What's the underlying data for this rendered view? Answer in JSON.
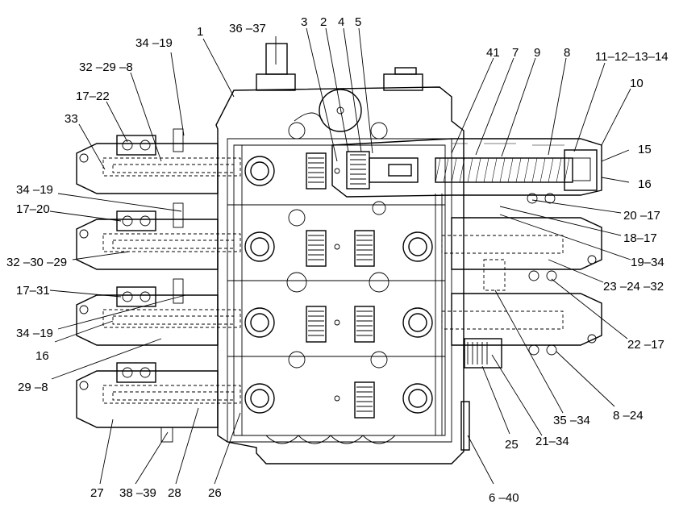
{
  "figure": {
    "callouts": {
      "c_34_19_top": "34 –19",
      "c_1": "1",
      "c_36_37": "36 –37",
      "c_3": "3",
      "c_2": "2",
      "c_4": "4",
      "c_5": "5",
      "c_41": "41",
      "c_7": "7",
      "c_9": "9",
      "c_8": "8",
      "c_11_14": "11–12–13–14",
      "c_10": "10",
      "c_32_29_8": "32 –29 –8",
      "c_17_22": "17–22",
      "c_33": "33",
      "c_15": "15",
      "c_16_right": "16",
      "c_34_19_mid": "34 –19",
      "c_20_17": "20 –17",
      "c_17_20": "17–20",
      "c_18_17": "18–17",
      "c_32_30_29": "32 –30 –29",
      "c_19_34": "19–34",
      "c_23_24_32": "23 –24 –32",
      "c_17_31": "17–31",
      "c_34_19_low": "34 –19",
      "c_16_left": "16",
      "c_22_17": "22 –17",
      "c_29_8": "29 –8",
      "c_8_24": "8 –24",
      "c_35_34": "35 –34",
      "c_21_34": "21–34",
      "c_25": "25",
      "c_27": "27",
      "c_38_39": "38 –39",
      "c_28": "28",
      "c_26": "26",
      "c_6_40": "6 –40"
    }
  }
}
